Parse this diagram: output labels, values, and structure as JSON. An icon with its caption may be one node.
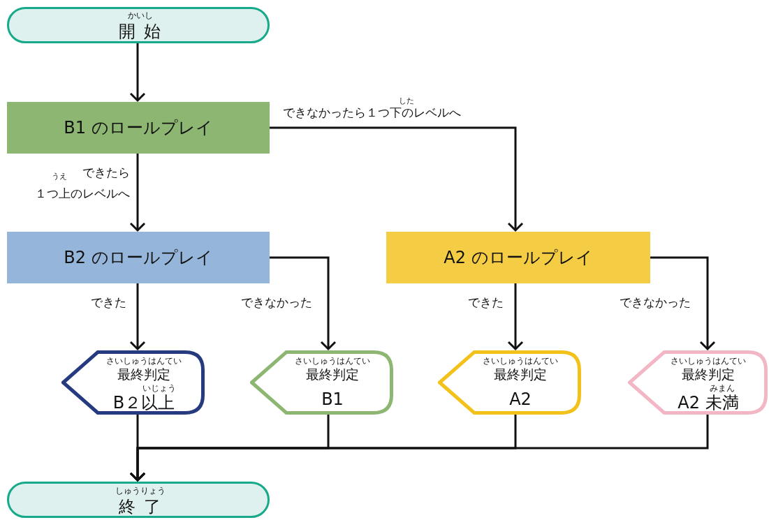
{
  "diagram": {
    "nodes": [
      {
        "text": [
          "かいし",
          "開 始"
        ]
      },
      {
        "text": [
          "B1 のロールプレイ"
        ]
      },
      {
        "text": [
          "B2 のロールプレイ"
        ]
      },
      {
        "text": [
          "A2 のロールプレイ"
        ]
      },
      {
        "text": [
          "さいしゅうはんてい",
          "最終判定",
          "いじょう",
          "B２以上"
        ]
      },
      {
        "text": [
          "さいしゅうはんてい",
          "最終判定",
          "B1"
        ]
      },
      {
        "text": [
          "さいしゅうはんてい",
          "最終判定",
          "A2"
        ]
      },
      {
        "text": [
          "さいしゅうはんてい",
          "最終判定",
          "みまん",
          "A2 未満"
        ]
      },
      {
        "text": [
          "しゅうりょう",
          "終 了"
        ]
      }
    ],
    "edges": [
      {
        "from": 0,
        "to": 1,
        "arrow": "to"
      },
      {
        "from": 1,
        "to": 3,
        "arrow": "to",
        "label": "できなかったら１つ下のレベルへ"
      },
      {
        "from": 1,
        "to": 2,
        "arrow": "to",
        "label": "できたら１つ上のレベルへ"
      },
      {
        "from": 2,
        "to": 4,
        "arrow": "to",
        "label": "できた"
      },
      {
        "from": 2,
        "to": 5,
        "arrow": "to",
        "label": "できなかった"
      },
      {
        "from": 3,
        "to": 6,
        "arrow": "to",
        "label": "できた"
      },
      {
        "from": 3,
        "to": 7,
        "arrow": "to",
        "label": "できなかった"
      },
      {
        "from": 4,
        "to": 8,
        "arrow": "to"
      },
      {
        "from": 5,
        "to": 8,
        "arrow": "to"
      },
      {
        "from": 6,
        "to": 8,
        "arrow": "to"
      },
      {
        "from": 7,
        "to": 8,
        "arrow": "to"
      }
    ],
    "labels": [
      "した",
      "うえ"
    ]
  }
}
